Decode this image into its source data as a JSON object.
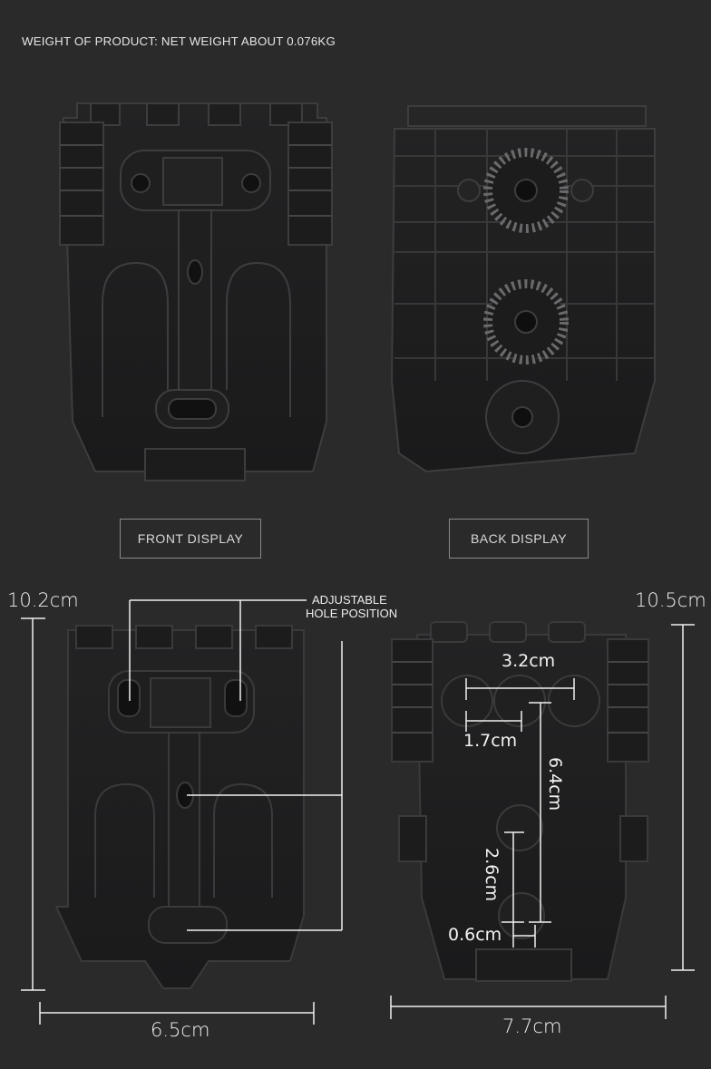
{
  "header": {
    "title": "WEIGHT OF PRODUCT: NET WEIGHT ABOUT 0.076KG"
  },
  "views": {
    "front_label": "FRONT DISPLAY",
    "back_label": "BACK DISPLAY"
  },
  "dimensions": {
    "front": {
      "height": "10.2cm",
      "width": "6.5cm",
      "callout_line1": "ADJUSTABLE",
      "callout_line2": "HOLE POSITION"
    },
    "back": {
      "height": "10.5cm",
      "width": "7.7cm",
      "hole_span_outer": "3.2cm",
      "hole_span_inner": "1.7cm",
      "vertical_long": "6.4cm",
      "vertical_short": "2.6cm",
      "offset": "0.6cm"
    }
  },
  "colors": {
    "background": "#2a2a2b",
    "product": "#1b1b1c",
    "product_edge": "#3e3e40",
    "line": "#f0f0f0"
  }
}
